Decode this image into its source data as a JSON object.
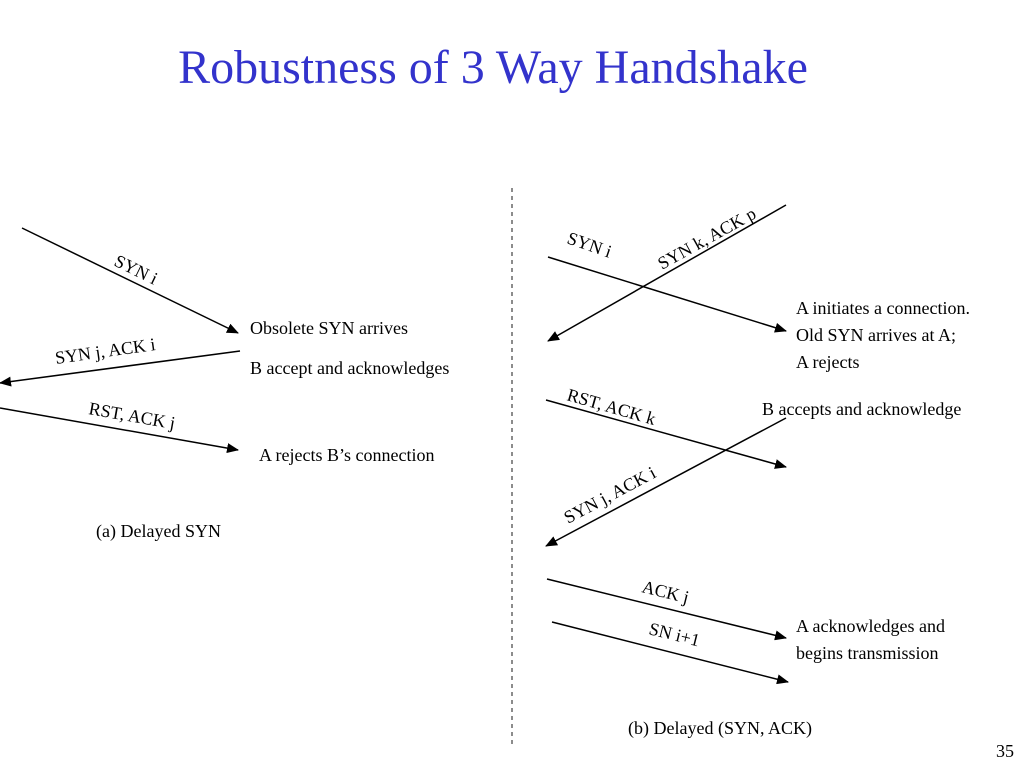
{
  "slide": {
    "title": "Robustness of 3 Way Handshake",
    "page_number": "35"
  },
  "panel_a": {
    "caption": "(a) Delayed SYN",
    "messages": [
      "SYN i",
      "SYN j, ACK i",
      "RST,  ACK j"
    ],
    "notes": [
      "Obsolete SYN arrives",
      "B accept and acknowledges",
      "A rejects B’s connection"
    ]
  },
  "panel_b": {
    "caption": "(b) Delayed (SYN, ACK)",
    "messages": [
      "SYN i",
      "SYN k, ACK p",
      "RST, ACK  k",
      "SYN j, ACK i",
      "ACK j",
      "SN i+1"
    ],
    "notes": [
      "A initiates a connection.",
      "Old SYN arrives at A;",
      "A rejects",
      "B accepts and acknowledge",
      "A acknowledges and",
      "begins transmission"
    ]
  },
  "colors": {
    "title": "#3333cc",
    "lines": "#000000"
  }
}
